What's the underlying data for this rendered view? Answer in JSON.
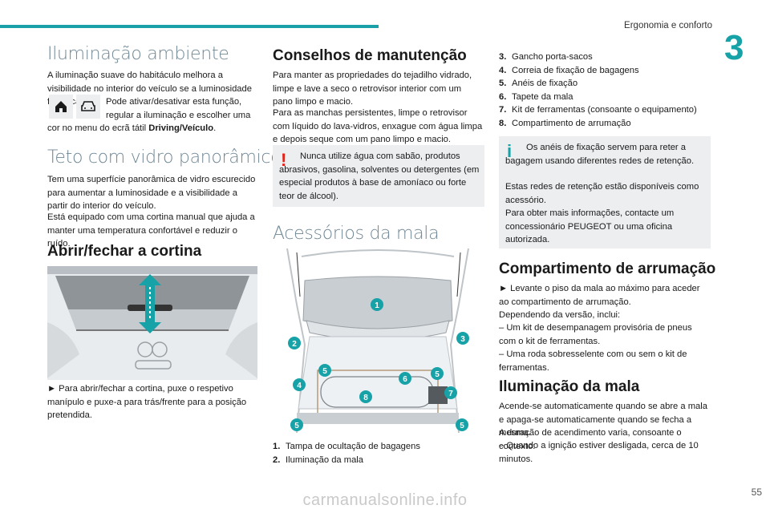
{
  "header": {
    "title": "Ergonomia e conforto",
    "chapter": "3"
  },
  "col1": {
    "h_ambient": "Iluminação ambiente",
    "ambient_p1": "A iluminação suave do habitáculo melhora a visibilidade no interior do veículo se a luminosidade for fraca.",
    "ambient_p2a": "Pode ativar/desativar esta função, regular a iluminação e escolher uma",
    "ambient_p2b": "cor no menu do ecrã tátil ",
    "ambient_p2_bold": "Driving/Veículo",
    "ambient_p2_end": ".",
    "icons": [
      "home-icon",
      "car-icon"
    ],
    "h_roof": "Teto com vidro panorâmico",
    "roof_p1": "Tem uma superfície panorâmica de vidro escurecido para aumentar a luminosidade e a visibilidade a partir do interior do veículo.",
    "roof_p2": "Está equipado com uma cortina manual que ajuda a manter uma temperatura confortável e reduzir o ruído.",
    "h_blind": "Abrir/fechar a cortina",
    "blind_p": "► Para abrir/fechar a cortina, puxe o respetivo manípulo e puxe-a para trás/frente para a posição pretendida."
  },
  "col2": {
    "h_maint": "Conselhos de manutenção",
    "maint_p1": "Para manter as propriedades do tejadilho vidrado, limpe e lave a seco o retrovisor interior com um pano limpo e macio.",
    "maint_p2": "Para as manchas persistentes, limpe o retrovisor com líquido do lava-vidros, enxague com água limpa e depois seque com um pano limpo e macio.",
    "warn": "Nunca utilize água com sabão, produtos abrasivos, gasolina, solventes ou detergentes (em especial produtos à base de amoníaco ou forte teor de álcool).",
    "h_acc": "Acessórios da mala",
    "list": [
      {
        "n": "1.",
        "t": "Tampa de ocultação de bagagens"
      },
      {
        "n": "2.",
        "t": "Iluminação da mala"
      }
    ],
    "badges": [
      "1",
      "2",
      "3",
      "4",
      "5",
      "5",
      "5",
      "5",
      "6",
      "7",
      "8"
    ]
  },
  "col3": {
    "list": [
      {
        "n": "3.",
        "t": "Gancho porta-sacos"
      },
      {
        "n": "4.",
        "t": "Correia de fixação de bagagens"
      },
      {
        "n": "5.",
        "t": "Anéis de fixação"
      },
      {
        "n": "6.",
        "t": "Tapete da mala"
      },
      {
        "n": "7.",
        "t": "Kit de ferramentas (consoante o equipamento)"
      },
      {
        "n": "8.",
        "t": "Compartimento de arrumação"
      }
    ],
    "info_p1": "Os anéis de fixação servem para reter a bagagem usando diferentes redes de retenção.",
    "info_p2": "Estas redes de retenção estão disponíveis como acessório.",
    "info_p3": "Para obter mais informações, contacte um concessionário PEUGEOT ou uma oficina autorizada.",
    "h_storage": "Compartimento de arrumação",
    "storage_p1": "► Levante o piso da mala ao máximo para aceder ao compartimento de arrumação.",
    "storage_p2": "Dependendo da versão, inclui:",
    "storage_p3": "– Um kit de desempanagem provisória de pneus com o kit de ferramentas.",
    "storage_p4": "– Uma roda sobresselente com ou sem o kit de ferramentas.",
    "h_bootlight": "Iluminação da mala",
    "boot_p1": "Acende-se automaticamente quando se abre a mala e apaga-se automaticamente quando se fecha a mesma.",
    "boot_p2": "A duração de acendimento varia, consoante o contexto:",
    "boot_p3": "– Quando a ignição estiver desligada, cerca de 10 minutos."
  },
  "footer": {
    "page": "55",
    "watermark": "carmanualsonline.info"
  }
}
